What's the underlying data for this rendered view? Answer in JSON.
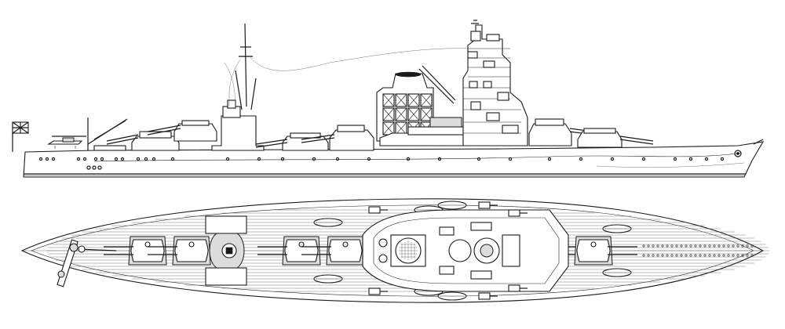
{
  "drawing": {
    "views": [
      {
        "id": "side",
        "kind": "profile"
      },
      {
        "id": "top",
        "kind": "plan"
      }
    ],
    "turrets": 6,
    "flag": "ensign-icon"
  },
  "colors": {
    "line": "#1a1a1a",
    "paper": "#ffffff",
    "shade": "#dcdcdc"
  }
}
